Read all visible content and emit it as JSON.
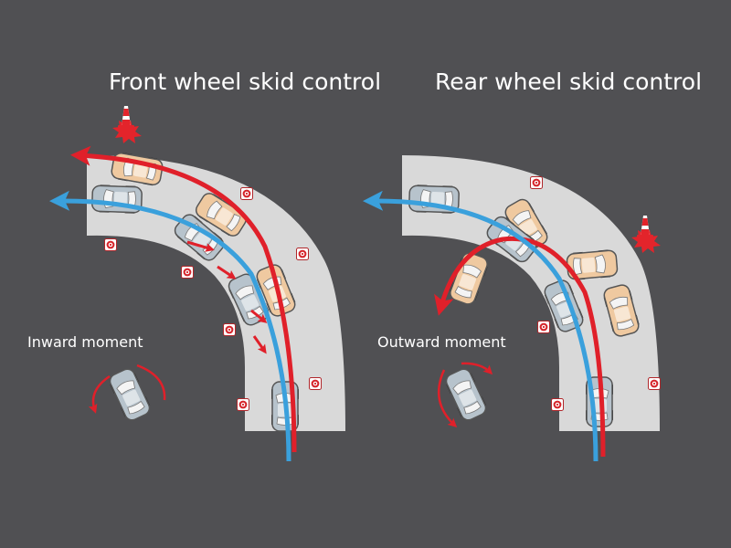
{
  "panels": {
    "front": {
      "title": "Front wheel skid control",
      "moment_label": "Inward moment"
    },
    "rear": {
      "title": "Rear wheel skid control",
      "moment_label": "Outward moment"
    }
  },
  "colors": {
    "background": "#505053",
    "road": "#d9d9d9",
    "skid_path": "#e0202a",
    "controlled_path": "#3aa0dc",
    "car_controlled": "#b7c3cc",
    "car_skidding": "#efc9a0",
    "cone": "#e3242b"
  },
  "icons": {
    "cone": "traffic-cone-icon",
    "marker": "pylon-marker-icon",
    "car": "car-top-view-icon"
  }
}
